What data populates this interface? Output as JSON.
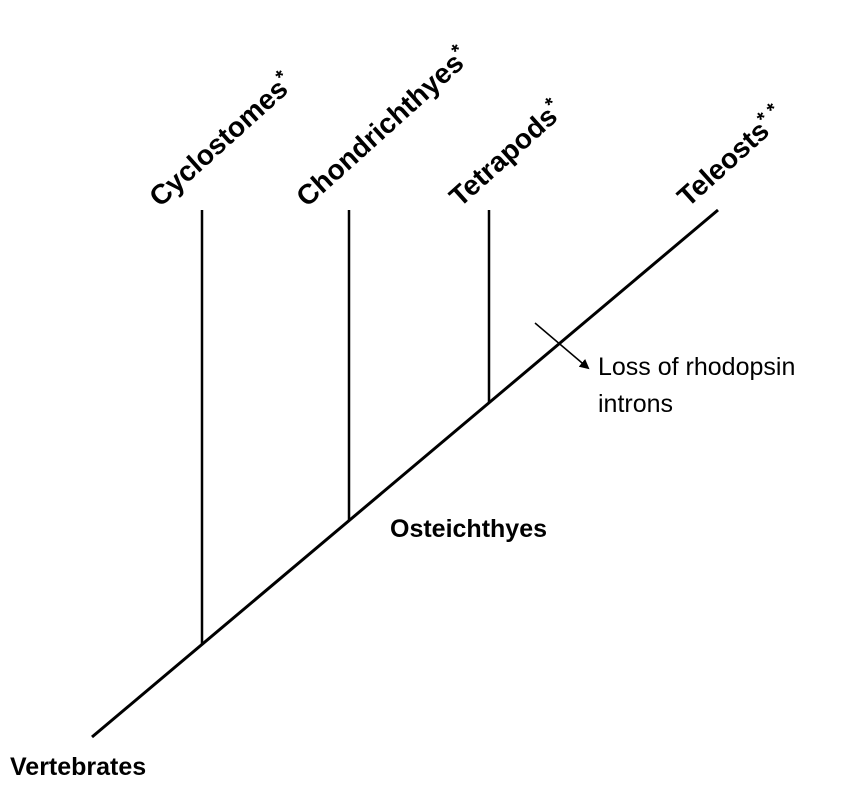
{
  "taxa": [
    {
      "name": "Cyclostomes",
      "mark": "*"
    },
    {
      "name": "Chondrichthyes",
      "mark": "*"
    },
    {
      "name": "Tetrapods",
      "mark": "*"
    },
    {
      "name": "Teleosts",
      "mark": "* *"
    }
  ],
  "nodes": {
    "root": "Vertebrates",
    "internal": "Osteichthyes"
  },
  "event": {
    "line1": "Loss of rhodopsin",
    "line2": "introns"
  }
}
